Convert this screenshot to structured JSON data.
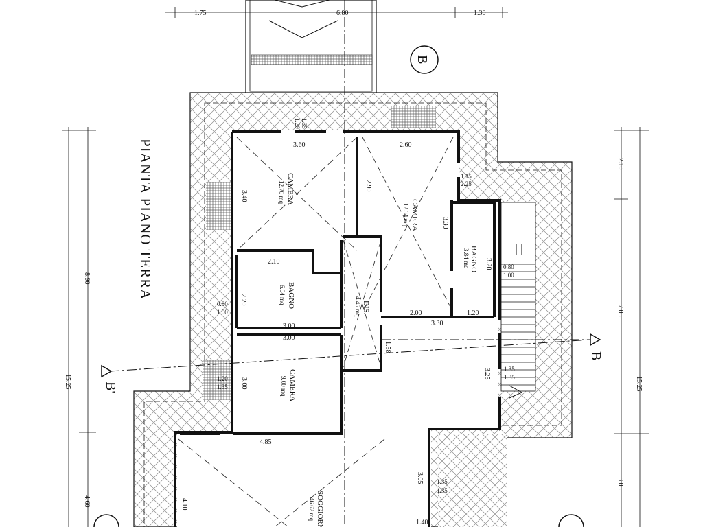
{
  "drawing": {
    "title": "PIANTA PIANO TERRA",
    "section_markers": {
      "top": "B",
      "east": "B",
      "west": "B'"
    },
    "top_dims": [
      "1.75",
      "6.80",
      "1.30"
    ],
    "left_dims": [
      "8.90",
      "15.25",
      "4.60"
    ],
    "right_dims": [
      "2.10",
      "7.05",
      "15.25",
      "3.05"
    ]
  },
  "rooms": [
    {
      "id": "camera-1",
      "name": "CAMERA",
      "area": "12.70 mq"
    },
    {
      "id": "camera-2",
      "name": "CAMERA",
      "area": "12.34 mq"
    },
    {
      "id": "bagno-1",
      "name": "BAGNO",
      "area": "6.04 mq"
    },
    {
      "id": "bagno-2",
      "name": "BAGNO",
      "area": "3.84 mq"
    },
    {
      "id": "dis",
      "name": "DIS.",
      "area": "4.45 mq"
    },
    {
      "id": "camera-3",
      "name": "CAMERA",
      "area": "9.00 mq"
    },
    {
      "id": "soggiorno",
      "name": "SOGGIORN",
      "area": "46.62 mq"
    }
  ],
  "inner_dims": {
    "d360": "3.60",
    "d260": "2.60",
    "d340": "3.40",
    "d290": "2.90",
    "d330v": "3.30",
    "d210": "2.10",
    "d220": "2.20",
    "d300a": "3.00",
    "d300b": "3.00",
    "d300c": "3.00",
    "d320": "3.20",
    "d200": "2.00",
    "d120": "1.20",
    "d330h": "3.30",
    "d158": "1.58",
    "d325": "3.25",
    "d485": "4.85",
    "d410": "4.10",
    "d305": "3.05",
    "d140": "1.40"
  },
  "window_dims": {
    "w1_top": "1.20",
    "w1_bot": "1.35",
    "w2_top": "1.15",
    "w2_bot": "2.25",
    "w3_top": "0.80",
    "w3_bot": "1.00",
    "w4_top": "0.80",
    "w4_bot": "1.00",
    "w5_top": "1.20",
    "w5_bot": "1.35",
    "w6_top": "1.35",
    "w6_bot": "1.35",
    "w7_top": "1.35",
    "w7_bot": "1.35"
  }
}
